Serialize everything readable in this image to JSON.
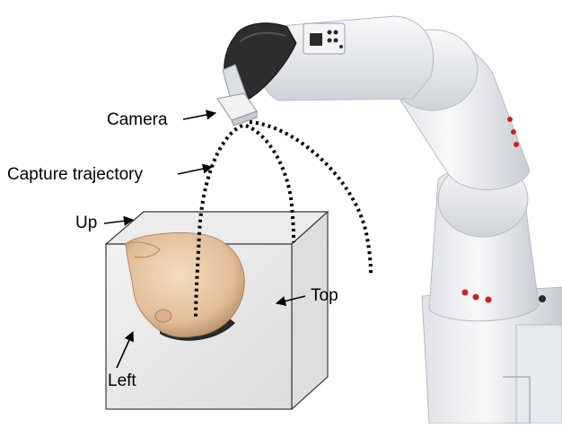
{
  "labels": {
    "camera": "Camera",
    "capture_trajectory": "Capture trajectory",
    "up": "Up",
    "top": "Top",
    "left": "Left"
  },
  "colors": {
    "robot_body": "#eef0f3",
    "robot_shadow": "#c9cdd3",
    "robot_dark": "#2a2a2a",
    "red_accent": "#d0201c",
    "box_face": "#e9e9e9",
    "box_edge": "#3a3a3a",
    "head_skin": "#e9c9a7",
    "trajectory": "#000000",
    "arrow": "#000000"
  },
  "icons": [
    "robot-arm-illustration",
    "head-scan-3d-model",
    "capture-box-wireframe",
    "camera-illustration"
  ]
}
